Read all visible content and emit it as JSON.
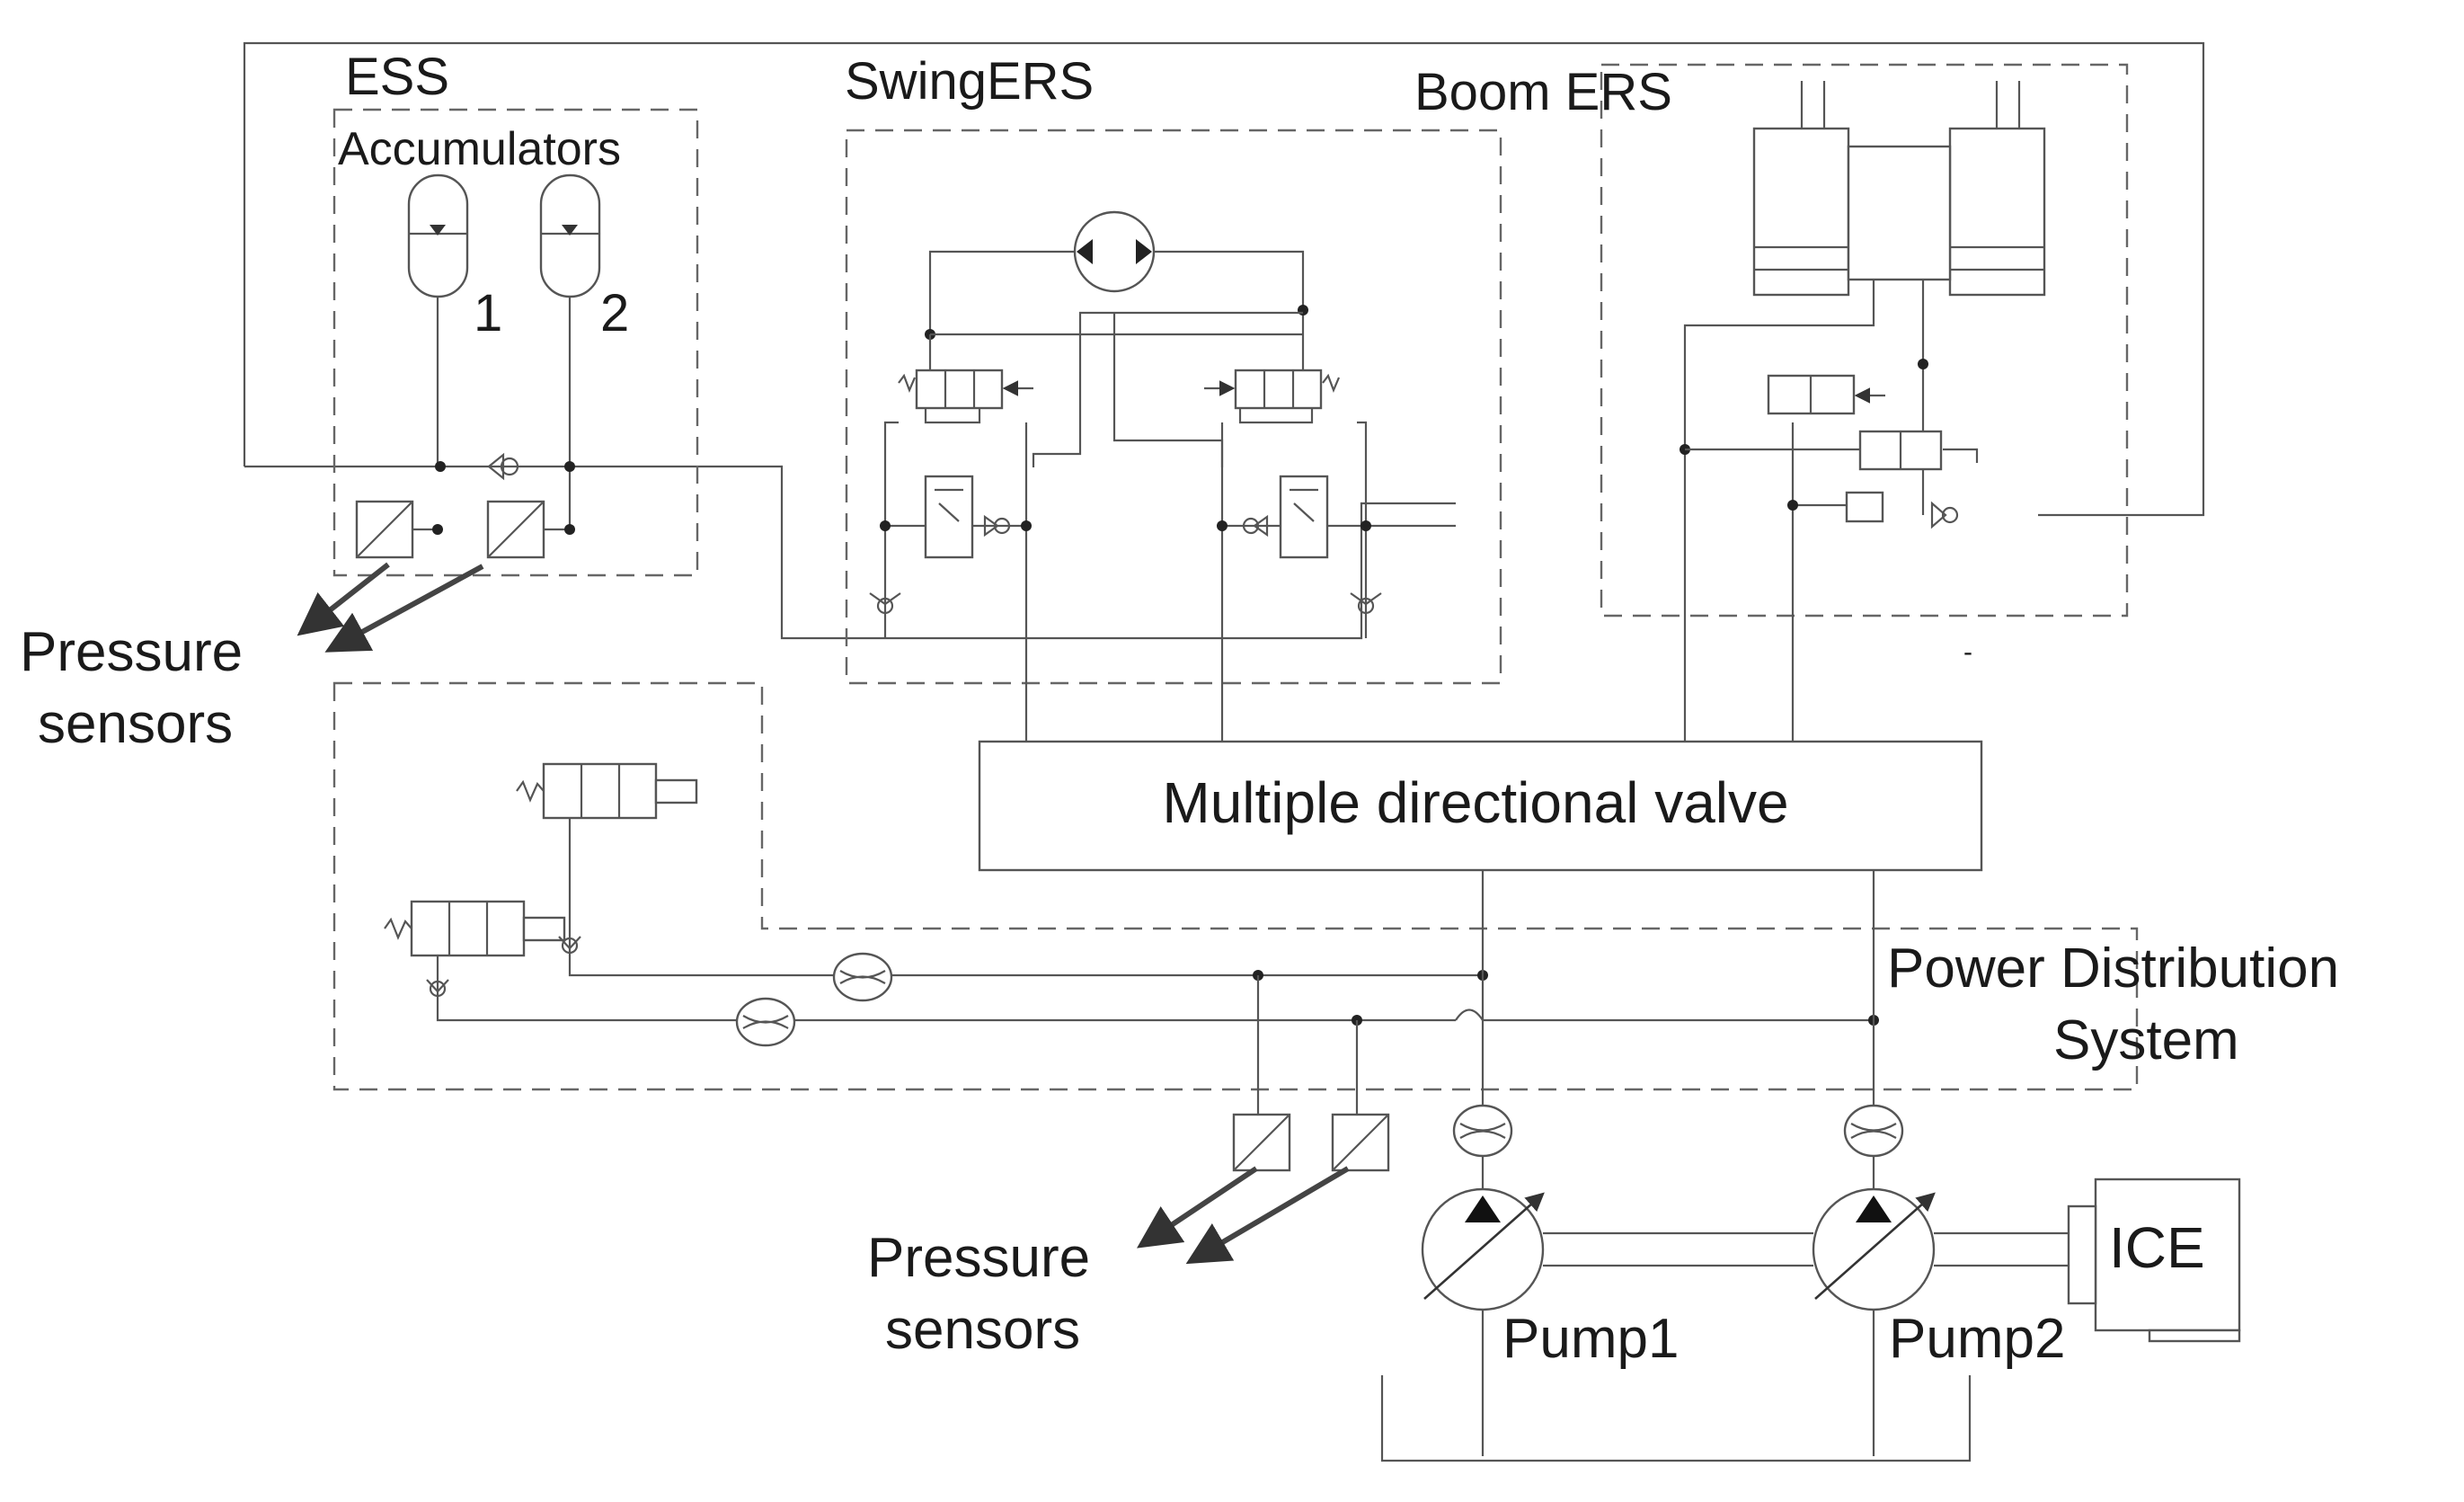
{
  "labels": {
    "ess": "ESS",
    "accumulators": "Accumulators",
    "acc1": "1",
    "acc2": "2",
    "swing_ers": "SwingERS",
    "boom_ers": "Boom ERS",
    "pressure_sensors_top_l1": "Pressure",
    "pressure_sensors_top_l2": "sensors",
    "mdv": "Multiple directional valve",
    "pds_l1": "Power Distribution",
    "pds_l2": "System",
    "pressure_sensors_bottom_l1": "Pressure",
    "pressure_sensors_bottom_l2": "sensors",
    "pump1": "Pump1",
    "pump2": "Pump2",
    "ice": "ICE"
  },
  "stray_mark": "-"
}
